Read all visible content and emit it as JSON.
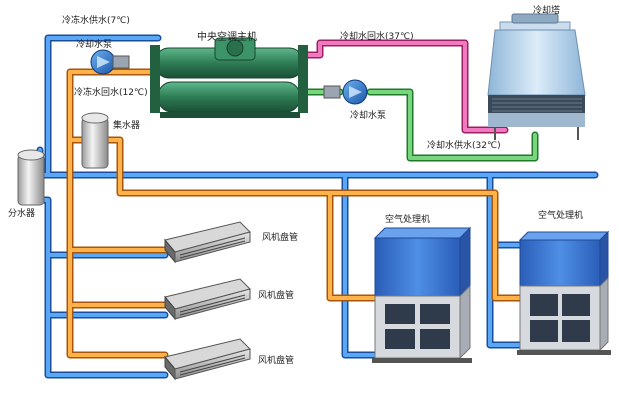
{
  "labels": {
    "chilled_supply": "冷冻水供水(7℃)",
    "chilled_return": "冷冻水回水(12℃)",
    "cooling_pump_left": "冷却水泵",
    "cooling_pump_right": "冷却水泵",
    "chiller": "中央空调主机",
    "cooling_return": "冷却水回水(37℃)",
    "cooling_supply": "冷却水供水(32℃)",
    "cooling_tower": "冷却塔",
    "collector": "集水器",
    "distributor": "分水器",
    "fcu_1": "风机盘管",
    "fcu_2": "风机盘管",
    "fcu_3": "风机盘管",
    "ahu_1": "空气处理机",
    "ahu_2": "空气处理机"
  },
  "colors": {
    "chilled_supply": "#1f6fd8",
    "chilled_return": "#f08a1c",
    "cooling_return": "#e0479a",
    "cooling_supply": "#46b84a",
    "chiller_body": "#2e7d55",
    "ahu_body": "#3a6fd0",
    "tower_body": "#b8d4ec"
  }
}
